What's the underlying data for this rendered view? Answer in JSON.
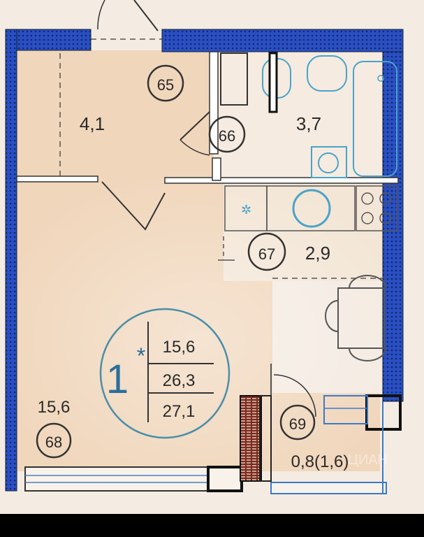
{
  "rooms": {
    "hall": {
      "number": "65",
      "area": "4,1"
    },
    "bathroom": {
      "number": "66",
      "area": "3,7"
    },
    "kitchen": {
      "number": "67",
      "area": "2,9"
    },
    "living": {
      "number": "68",
      "area": "15,6"
    },
    "balcony": {
      "number": "69",
      "area": "0,8(1,6)"
    }
  },
  "apartment": {
    "rooms": "1",
    "marker": "*",
    "living_area": "15,6",
    "total_area": "26,3",
    "total_with_balcony": "27,1"
  },
  "watermark": "ЦИАН",
  "colors": {
    "paper": "#f2e8dc",
    "floor": "#f0d6bb",
    "wall_outer": "#1f3f9e",
    "wall_inner": "#555555",
    "ink": "#2a2a2a",
    "fixture": "#4aa3c9",
    "frame": "#000000"
  }
}
